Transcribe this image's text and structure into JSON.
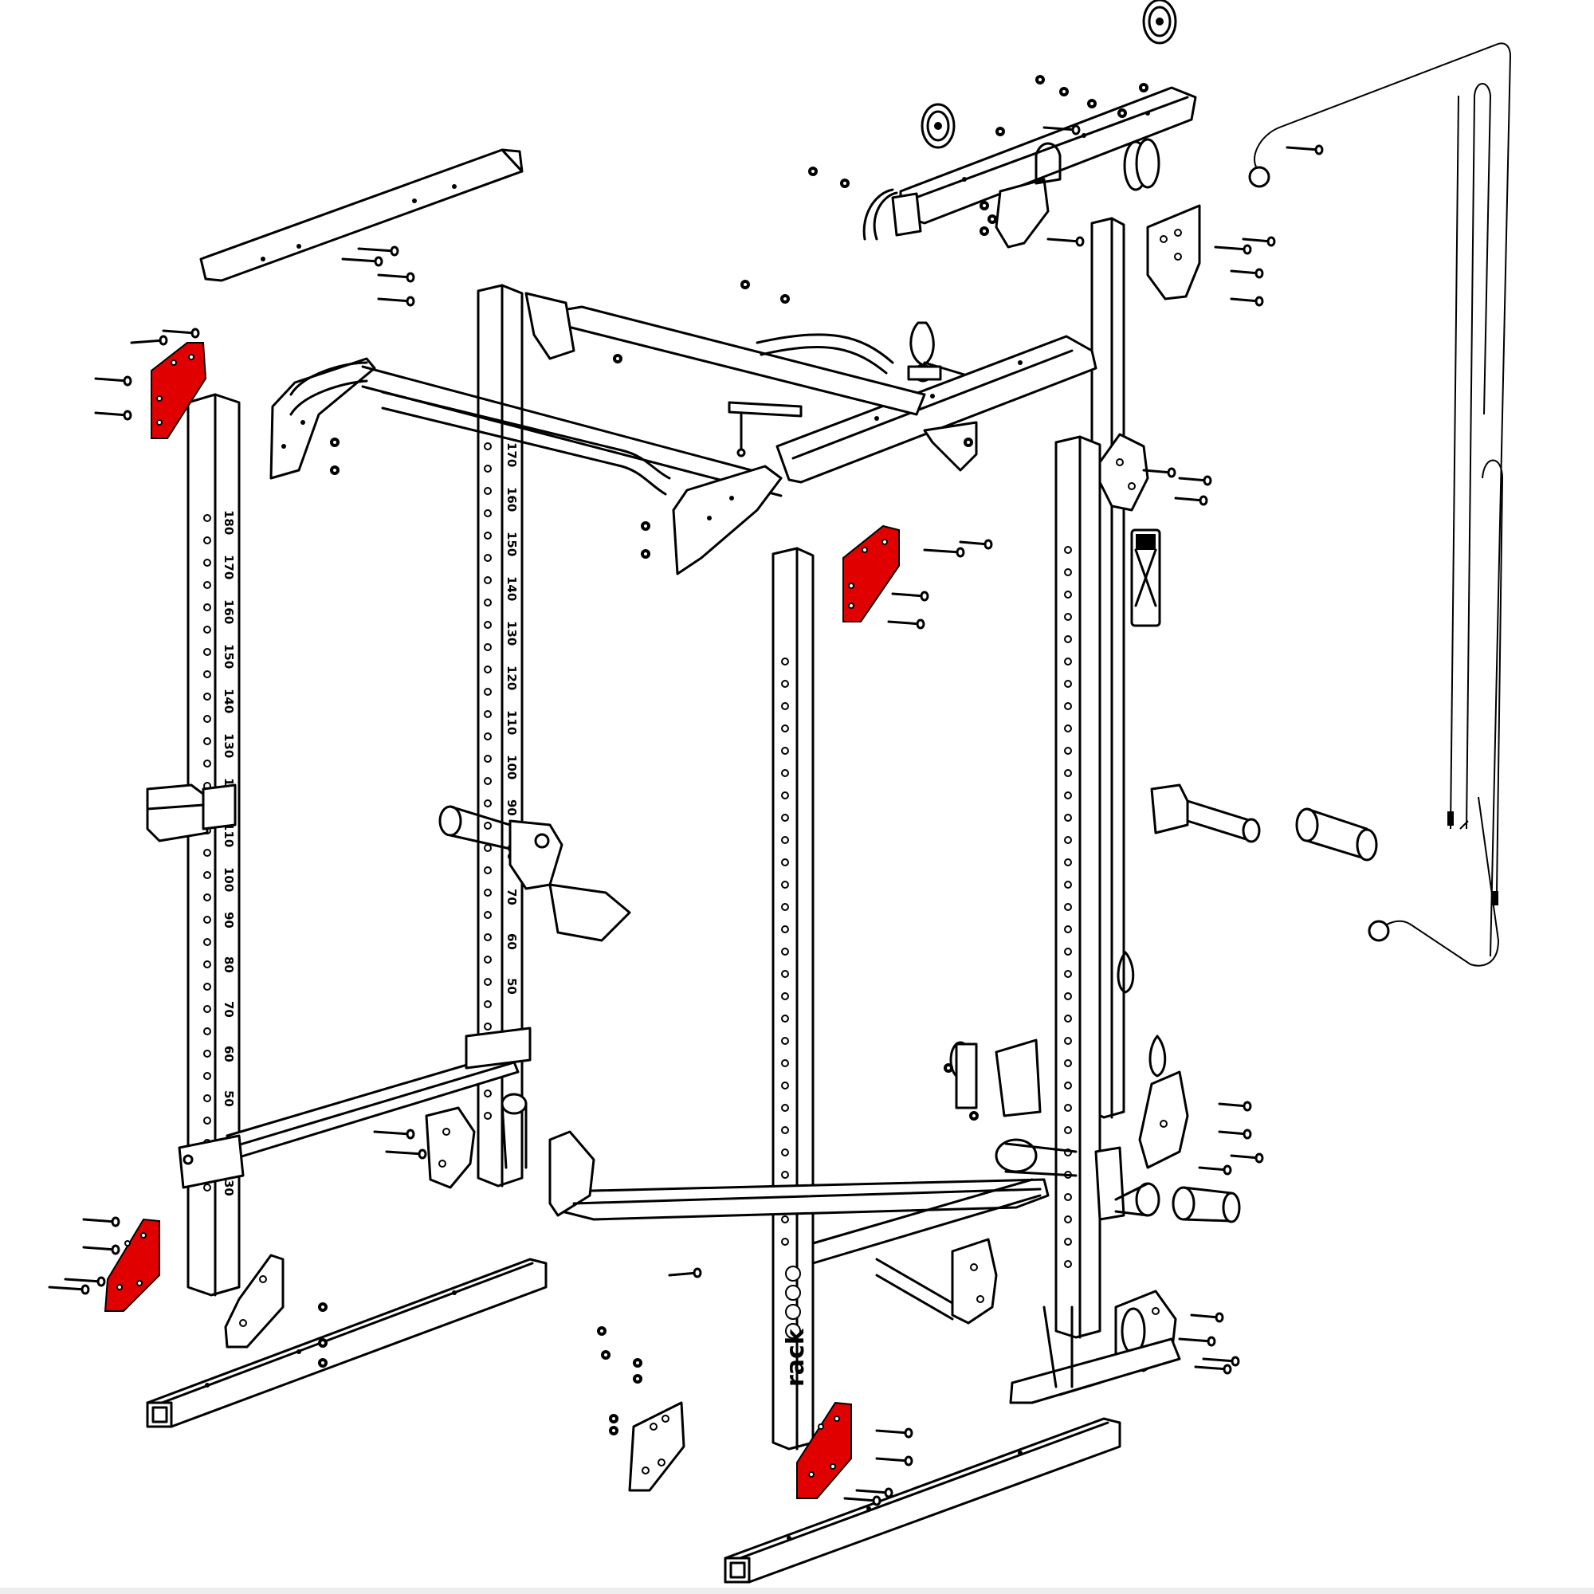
{
  "diagram": {
    "highlight_color": "#e00000",
    "line_color": "#000000",
    "background": "#ffffff",
    "scale_labels_left": [
      "180",
      "170",
      "160",
      "150",
      "140",
      "130",
      "120",
      "110",
      "100",
      "90",
      "80",
      "70",
      "60",
      "50",
      "40",
      "30"
    ],
    "scale_labels_back": [
      "170",
      "160",
      "150",
      "140",
      "130",
      "120",
      "110",
      "100",
      "90",
      "80",
      "70",
      "60",
      "50"
    ],
    "logo_text": "rack",
    "highlighted_parts": [
      "gusset-plate-top-left",
      "gusset-plate-mid-front",
      "gusset-plate-bottom-left",
      "gusset-plate-bottom-front"
    ]
  }
}
